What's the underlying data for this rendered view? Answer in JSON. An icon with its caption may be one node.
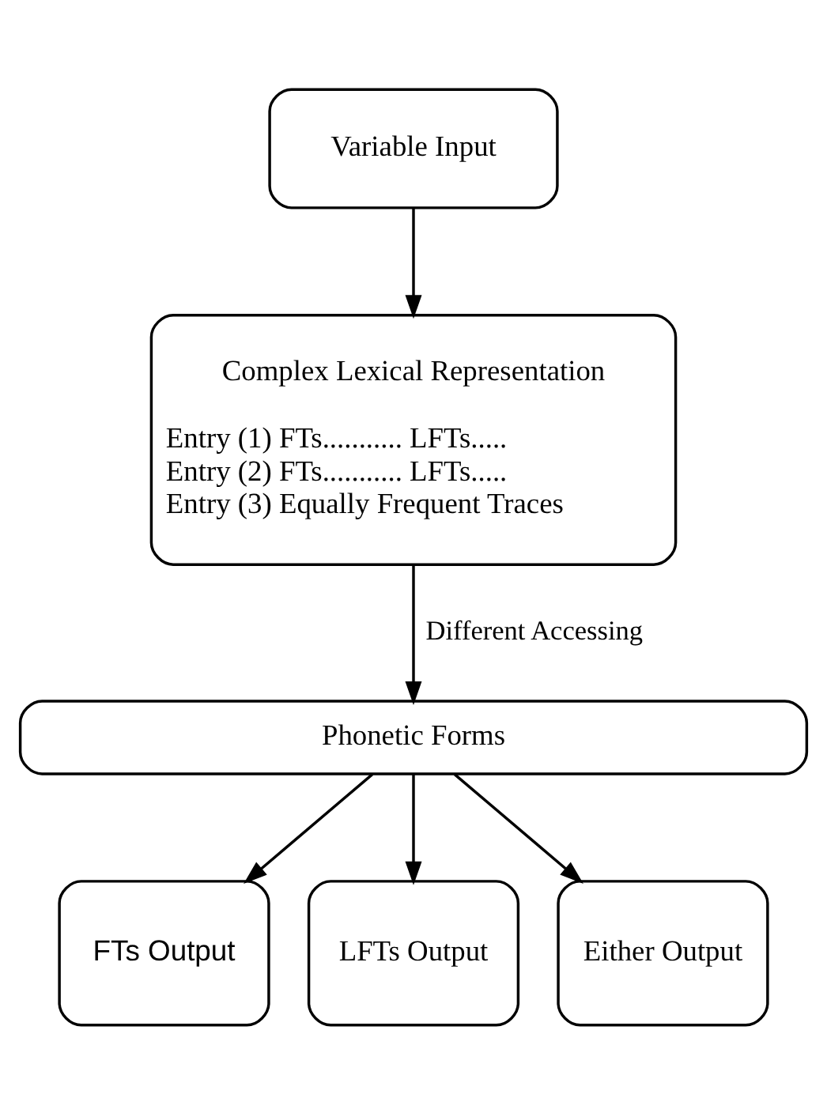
{
  "diagram": {
    "nodes": [
      {
        "text": [
          "Variable Input"
        ]
      },
      {
        "text": [
          "Complex Lexical Representation",
          "Entry (1) FTs........... LFTs.....",
          "Entry (2) FTs........... LFTs.....",
          "Entry (3) Equally Frequent Traces"
        ]
      },
      {
        "text": [
          "Phonetic Forms"
        ]
      },
      {
        "text": [
          "FTs Output"
        ]
      },
      {
        "text": [
          "LFTs Output"
        ]
      },
      {
        "text": [
          "Either Output"
        ]
      }
    ],
    "edges": [
      {
        "from": 0,
        "to": 1,
        "arrow": "to"
      },
      {
        "from": 1,
        "to": 2,
        "arrow": "to",
        "label": "Different Accessing"
      },
      {
        "from": 2,
        "to": 3,
        "arrow": "to"
      },
      {
        "from": 2,
        "to": 4,
        "arrow": "to"
      },
      {
        "from": 2,
        "to": 5,
        "arrow": "to"
      }
    ]
  }
}
